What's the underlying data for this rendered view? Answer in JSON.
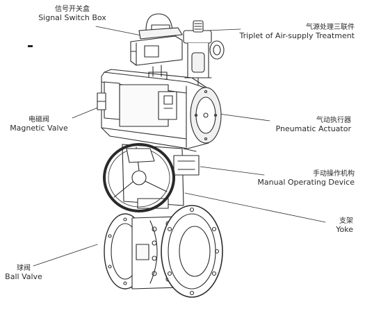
{
  "labels": {
    "signal_switch_box": {
      "zh": "信号开关盒",
      "en": "Signal Switch Box"
    },
    "air_supply_triplet": {
      "zh": "气源处理三联件",
      "en": "Triplet of Air-supply Treatment"
    },
    "magnetic_valve": {
      "zh": "电磁阀",
      "en": "Magnetic Valve"
    },
    "pneumatic_actuator": {
      "zh": "气动执行器",
      "en": "Pneumatic Actuator"
    },
    "manual_operating_device": {
      "zh": "手动操作机构",
      "en": "Manual Operating Device"
    },
    "yoke": {
      "zh": "支架",
      "en": "Yoke"
    },
    "ball_valve": {
      "zh": "球阀",
      "en": "Ball Valve"
    }
  },
  "colors": {
    "ink": "#2a2a2a",
    "paper": "#ffffff",
    "shade": "#e6e6e6"
  }
}
